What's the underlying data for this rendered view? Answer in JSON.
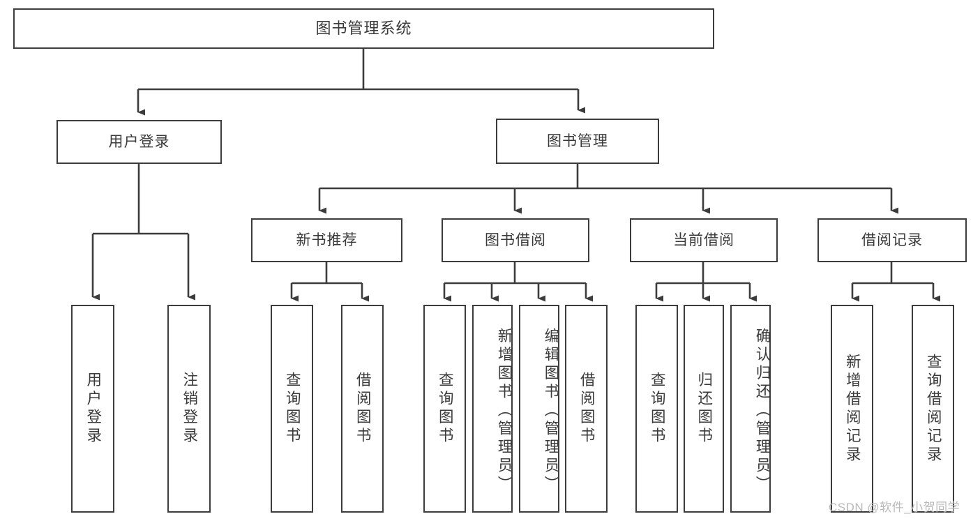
{
  "diagram": {
    "title_node": {
      "label": "图书管理系统"
    },
    "level1": [
      {
        "label": "用户登录"
      },
      {
        "label": "图书管理"
      }
    ],
    "level2": [
      {
        "label": "新书推荐"
      },
      {
        "label": "图书借阅"
      },
      {
        "label": "当前借阅"
      },
      {
        "label": "借阅记录"
      }
    ],
    "leaves": {
      "user_login": [
        {
          "label": "用户登录"
        },
        {
          "label": "注销登录"
        }
      ],
      "new_book_recommend": [
        {
          "label": "查询图书"
        },
        {
          "label": "借阅图书"
        }
      ],
      "book_borrow": [
        {
          "label": "查询图书"
        },
        {
          "label": "新增图书（管理员）"
        },
        {
          "label": "编辑图书（管理员）"
        },
        {
          "label": "借阅图书"
        }
      ],
      "current_borrow": [
        {
          "label": "查询图书"
        },
        {
          "label": "归还图书"
        },
        {
          "label": "确认归还（管理员）"
        }
      ],
      "borrow_record": [
        {
          "label": "新增借阅记录"
        },
        {
          "label": "查询借阅记录"
        }
      ]
    }
  },
  "watermark": {
    "text": "CSDN @软件_小贺同学"
  },
  "colors": {
    "box_border": "#3c3c3c",
    "text": "#3a3a3a",
    "edge": "#3c3c3c",
    "background": "#ffffff",
    "watermark": "#b9b9b9"
  }
}
